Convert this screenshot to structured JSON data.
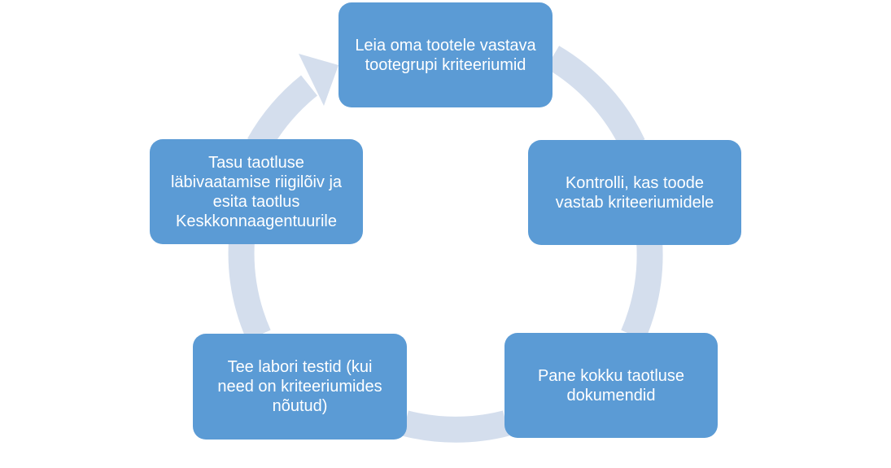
{
  "colors": {
    "box_fill": "#5b9bd5",
    "box_text": "#ffffff",
    "ring": "#d4deed",
    "background": "#ffffff"
  },
  "steps": [
    {
      "text": "Leia oma tootele vastava\ntootegrupi kriteeriumid"
    },
    {
      "text": "Kontrolli, kas toode\nvastab kriteeriumidele"
    },
    {
      "text": "Pane kokku taotluse\ndokumendid"
    },
    {
      "text": "Tee labori testid (kui\nneed on kriteeriumides\nnõutud)"
    },
    {
      "text": "Tasu taotluse\nläbivaatamise riigilõiv ja\nesita taotlus\nKeskkonnaagentuurile"
    }
  ]
}
